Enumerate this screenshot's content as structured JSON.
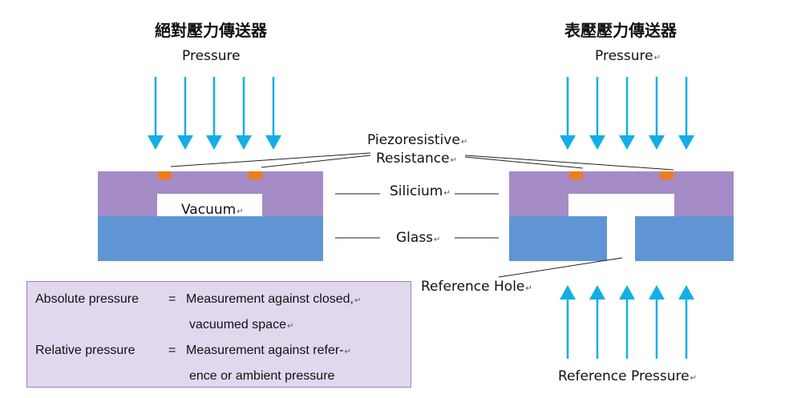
{
  "diagram": {
    "left_title": "絕對壓力傳送器",
    "right_title": "表壓壓力傳送器",
    "left_pressure": "Pressure",
    "right_pressure": "Pressure",
    "piezo_line1": "Piezoresistive",
    "piezo_line2": "Resistance",
    "silicium": "Silicium",
    "glass": "Glass",
    "vacuum": "Vacuum",
    "reference_hole": "Reference Hole",
    "reference_pressure": "Reference Pressure",
    "return_mark": "↵"
  },
  "legend": {
    "abs_term": "Absolute pressure",
    "abs_eq": "=",
    "abs_def1": "Measurement against closed,",
    "abs_def2": "vacuumed space",
    "rel_term": "Relative pressure",
    "rel_eq": "=",
    "rel_def1": "Measurement against refer-",
    "rel_def2": "ence or ambient pressure"
  },
  "colors": {
    "silicium": "#a58bc6",
    "glass": "#5f95d4",
    "resistor": "#f07c1a",
    "arrow": "#14aee6",
    "legend_bg": "#e2d8ee",
    "legend_border": "#9a7fbf"
  }
}
